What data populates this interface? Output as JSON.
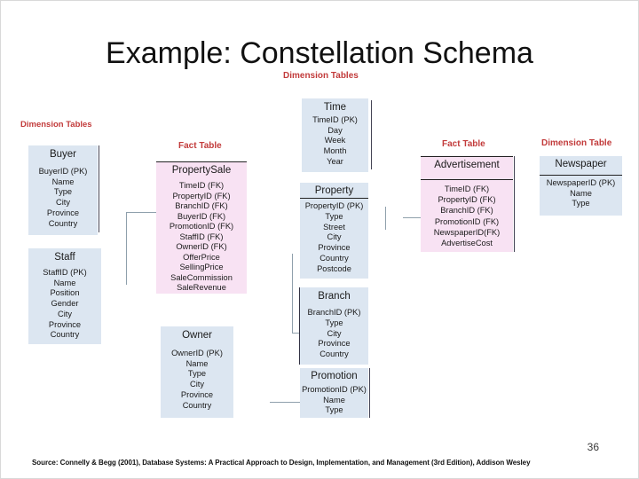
{
  "slide": {
    "title": "Example: Constellation Schema",
    "page_number": "36",
    "source": "Source: Connelly & Begg (2001), Database Systems: A Practical Approach to Design, Implementation, and Management (3rd Edition), Addison Wesley"
  },
  "labels": {
    "top_dimension_tables": "Dimension Tables",
    "left_dimension_tables": "Dimension Tables",
    "left_fact_table": "Fact Table",
    "right_fact_table": "Fact Table",
    "right_dimension_table": "Dimension Table"
  },
  "colors": {
    "dimension_fill": "#dce6f1",
    "fact_fill": "#f8e2f3",
    "label_red": "#c23b3b",
    "connector_gray": "#8fa0ac"
  },
  "tables": {
    "buyer": {
      "name": "Buyer",
      "type": "dimension",
      "fields": [
        "BuyerID (PK)",
        "Name",
        "Type",
        "City",
        "Province",
        "Country"
      ]
    },
    "staff": {
      "name": "Staff",
      "type": "dimension",
      "fields": [
        "StaffID (PK)",
        "Name",
        "Position",
        "Gender",
        "City",
        "Province",
        "Country"
      ]
    },
    "property_sale": {
      "name": "PropertySale",
      "type": "fact",
      "fields": [
        "TimeID (FK)",
        "PropertyID (FK)",
        "BranchID (FK)",
        "BuyerID (FK)",
        "PromotionID (FK)",
        "StaffID (FK)",
        "OwnerID (FK)",
        "OfferPrice",
        "SellingPrice",
        "SaleCommission",
        "SaleRevenue"
      ]
    },
    "owner": {
      "name": "Owner",
      "type": "dimension",
      "fields": [
        "OwnerID (PK)",
        "Name",
        "Type",
        "City",
        "Province",
        "Country"
      ]
    },
    "time": {
      "name": "Time",
      "type": "dimension",
      "fields": [
        "TimeID (PK)",
        "Day",
        "Week",
        "Month",
        "Year"
      ]
    },
    "property": {
      "name": "Property",
      "type": "dimension",
      "fields": [
        "PropertyID (PK)",
        "Type",
        "Street",
        "City",
        "Province",
        "Country",
        "Postcode"
      ]
    },
    "branch": {
      "name": "Branch",
      "type": "dimension",
      "fields": [
        "BranchID (PK)",
        "Type",
        "City",
        "Province",
        "Country"
      ]
    },
    "promotion": {
      "name": "Promotion",
      "type": "dimension",
      "fields": [
        "PromotionID (PK)",
        "Name",
        "Type"
      ]
    },
    "advertisement": {
      "name": "Advertisement",
      "type": "fact",
      "fields": [
        "TimeID (FK)",
        "PropertyID (FK)",
        "BranchID (FK)",
        "PromotionID (FK)",
        "NewspaperID(FK)",
        "AdvertiseCost"
      ]
    },
    "newspaper": {
      "name": "Newspaper",
      "type": "dimension",
      "fields": [
        "NewspaperID (PK)",
        "Name",
        "Type"
      ]
    }
  }
}
